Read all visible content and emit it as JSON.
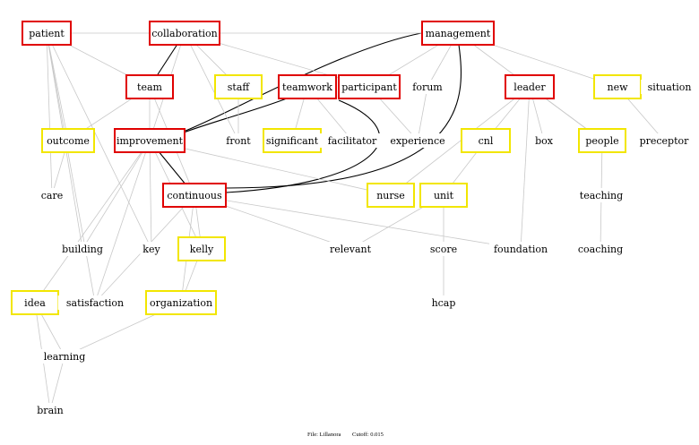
{
  "footer": {
    "file_text": "File: Lillanora",
    "cutoff_text": "Cutoff: 0.015"
  },
  "colors": {
    "red_box": "#e00000",
    "yellow_box": "#f2e600",
    "edge_gray": "#c8c8c8",
    "edge_black": "#000000"
  },
  "nodes": [
    {
      "id": "patient",
      "label": "patient",
      "box": "red"
    },
    {
      "id": "collaboration",
      "label": "collaboration",
      "box": "red"
    },
    {
      "id": "management",
      "label": "management",
      "box": "red"
    },
    {
      "id": "team",
      "label": "team",
      "box": "red"
    },
    {
      "id": "staff",
      "label": "staff",
      "box": "yellow"
    },
    {
      "id": "teamwork",
      "label": "teamwork",
      "box": "red"
    },
    {
      "id": "participant",
      "label": "participant",
      "box": "red"
    },
    {
      "id": "forum",
      "label": "forum",
      "box": "none"
    },
    {
      "id": "leader",
      "label": "leader",
      "box": "red"
    },
    {
      "id": "new",
      "label": "new",
      "box": "yellow"
    },
    {
      "id": "situation",
      "label": "situation",
      "box": "none"
    },
    {
      "id": "outcome",
      "label": "outcome",
      "box": "yellow"
    },
    {
      "id": "improvement",
      "label": "improvement",
      "box": "red"
    },
    {
      "id": "front",
      "label": "front",
      "box": "none"
    },
    {
      "id": "significant",
      "label": "significant",
      "box": "yellow"
    },
    {
      "id": "facilitator",
      "label": "facilitator",
      "box": "none"
    },
    {
      "id": "experience",
      "label": "experience",
      "box": "none"
    },
    {
      "id": "cnl",
      "label": "cnl",
      "box": "yellow"
    },
    {
      "id": "box",
      "label": "box",
      "box": "none"
    },
    {
      "id": "people",
      "label": "people",
      "box": "yellow"
    },
    {
      "id": "preceptor",
      "label": "preceptor",
      "box": "none"
    },
    {
      "id": "care",
      "label": "care",
      "box": "none"
    },
    {
      "id": "continuous",
      "label": "continuous",
      "box": "red"
    },
    {
      "id": "nurse",
      "label": "nurse",
      "box": "yellow"
    },
    {
      "id": "unit",
      "label": "unit",
      "box": "yellow"
    },
    {
      "id": "teaching",
      "label": "teaching",
      "box": "none"
    },
    {
      "id": "building",
      "label": "building",
      "box": "none"
    },
    {
      "id": "key",
      "label": "key",
      "box": "none"
    },
    {
      "id": "kelly",
      "label": "kelly",
      "box": "yellow"
    },
    {
      "id": "relevant",
      "label": "relevant",
      "box": "none"
    },
    {
      "id": "score",
      "label": "score",
      "box": "none"
    },
    {
      "id": "foundation",
      "label": "foundation",
      "box": "none"
    },
    {
      "id": "coaching",
      "label": "coaching",
      "box": "none"
    },
    {
      "id": "idea",
      "label": "idea",
      "box": "yellow"
    },
    {
      "id": "satisfaction",
      "label": "satisfaction",
      "box": "none"
    },
    {
      "id": "organization",
      "label": "organization",
      "box": "yellow"
    },
    {
      "id": "hcap",
      "label": "hcap",
      "box": "none"
    },
    {
      "id": "learning",
      "label": "learning",
      "box": "none"
    },
    {
      "id": "brain",
      "label": "brain",
      "box": "none"
    }
  ],
  "edges": [
    {
      "from": "collaboration",
      "to": "team",
      "strong": true
    },
    {
      "from": "management",
      "to": "improvement",
      "strong": true
    },
    {
      "from": "teamwork",
      "to": "improvement",
      "strong": true
    },
    {
      "from": "teamwork",
      "to": "continuous",
      "strong": true
    },
    {
      "from": "improvement",
      "to": "continuous",
      "strong": true
    },
    {
      "from": "management",
      "to": "continuous",
      "strong": true
    },
    {
      "from": "patient",
      "to": "outcome",
      "strong": false
    },
    {
      "from": "patient",
      "to": "care",
      "strong": false
    },
    {
      "from": "patient",
      "to": "satisfaction",
      "strong": false
    },
    {
      "from": "patient",
      "to": "team",
      "strong": false
    },
    {
      "from": "patient",
      "to": "building",
      "strong": false
    },
    {
      "from": "patient",
      "to": "management",
      "strong": false
    },
    {
      "from": "patient",
      "to": "key",
      "strong": false
    },
    {
      "from": "collaboration",
      "to": "staff",
      "strong": false
    },
    {
      "from": "collaboration",
      "to": "participant",
      "strong": false
    },
    {
      "from": "collaboration",
      "to": "front",
      "strong": false
    },
    {
      "from": "management",
      "to": "forum",
      "strong": false
    },
    {
      "from": "management",
      "to": "participant",
      "strong": false
    },
    {
      "from": "management",
      "to": "new",
      "strong": false
    },
    {
      "from": "management",
      "to": "people",
      "strong": false
    },
    {
      "from": "team",
      "to": "outcome",
      "strong": false
    },
    {
      "from": "team",
      "to": "improvement",
      "strong": false
    },
    {
      "from": "team",
      "to": "continuous",
      "strong": false
    },
    {
      "from": "teamwork",
      "to": "significant",
      "strong": false
    },
    {
      "from": "teamwork",
      "to": "facilitator",
      "strong": false
    },
    {
      "from": "participant",
      "to": "experience",
      "strong": false
    },
    {
      "from": "forum",
      "to": "experience",
      "strong": false
    },
    {
      "from": "leader",
      "to": "cnl",
      "strong": false
    },
    {
      "from": "leader",
      "to": "box",
      "strong": false
    },
    {
      "from": "leader",
      "to": "people",
      "strong": false
    },
    {
      "from": "leader",
      "to": "nurse",
      "strong": false
    },
    {
      "from": "leader",
      "to": "foundation",
      "strong": false
    },
    {
      "from": "new",
      "to": "preceptor",
      "strong": false
    },
    {
      "from": "outcome",
      "to": "care",
      "strong": false
    },
    {
      "from": "improvement",
      "to": "building",
      "strong": false
    },
    {
      "from": "improvement",
      "to": "key",
      "strong": false
    },
    {
      "from": "improvement",
      "to": "kelly",
      "strong": false
    },
    {
      "from": "improvement",
      "to": "satisfaction",
      "strong": false
    },
    {
      "from": "improvement",
      "to": "idea",
      "strong": false
    },
    {
      "from": "improvement",
      "to": "nurse",
      "strong": false
    },
    {
      "from": "continuous",
      "to": "kelly",
      "strong": false
    },
    {
      "from": "continuous",
      "to": "organization",
      "strong": false
    },
    {
      "from": "continuous",
      "to": "relevant",
      "strong": false
    },
    {
      "from": "continuous",
      "to": "foundation",
      "strong": false
    },
    {
      "from": "continuous",
      "to": "satisfaction",
      "strong": false
    },
    {
      "from": "cnl",
      "to": "unit",
      "strong": false
    },
    {
      "from": "unit",
      "to": "score",
      "strong": false
    },
    {
      "from": "unit",
      "to": "relevant",
      "strong": false
    },
    {
      "from": "score",
      "to": "hcap",
      "strong": false
    },
    {
      "from": "people",
      "to": "teaching",
      "strong": false
    },
    {
      "from": "teaching",
      "to": "coaching",
      "strong": false
    },
    {
      "from": "kelly",
      "to": "organization",
      "strong": false
    },
    {
      "from": "organization",
      "to": "learning",
      "strong": false
    },
    {
      "from": "idea",
      "to": "learning",
      "strong": false
    },
    {
      "from": "learning",
      "to": "brain",
      "strong": false
    },
    {
      "from": "idea",
      "to": "brain",
      "strong": false
    },
    {
      "from": "staff",
      "to": "front",
      "strong": false
    },
    {
      "from": "collaboration",
      "to": "improvement",
      "strong": false
    }
  ]
}
